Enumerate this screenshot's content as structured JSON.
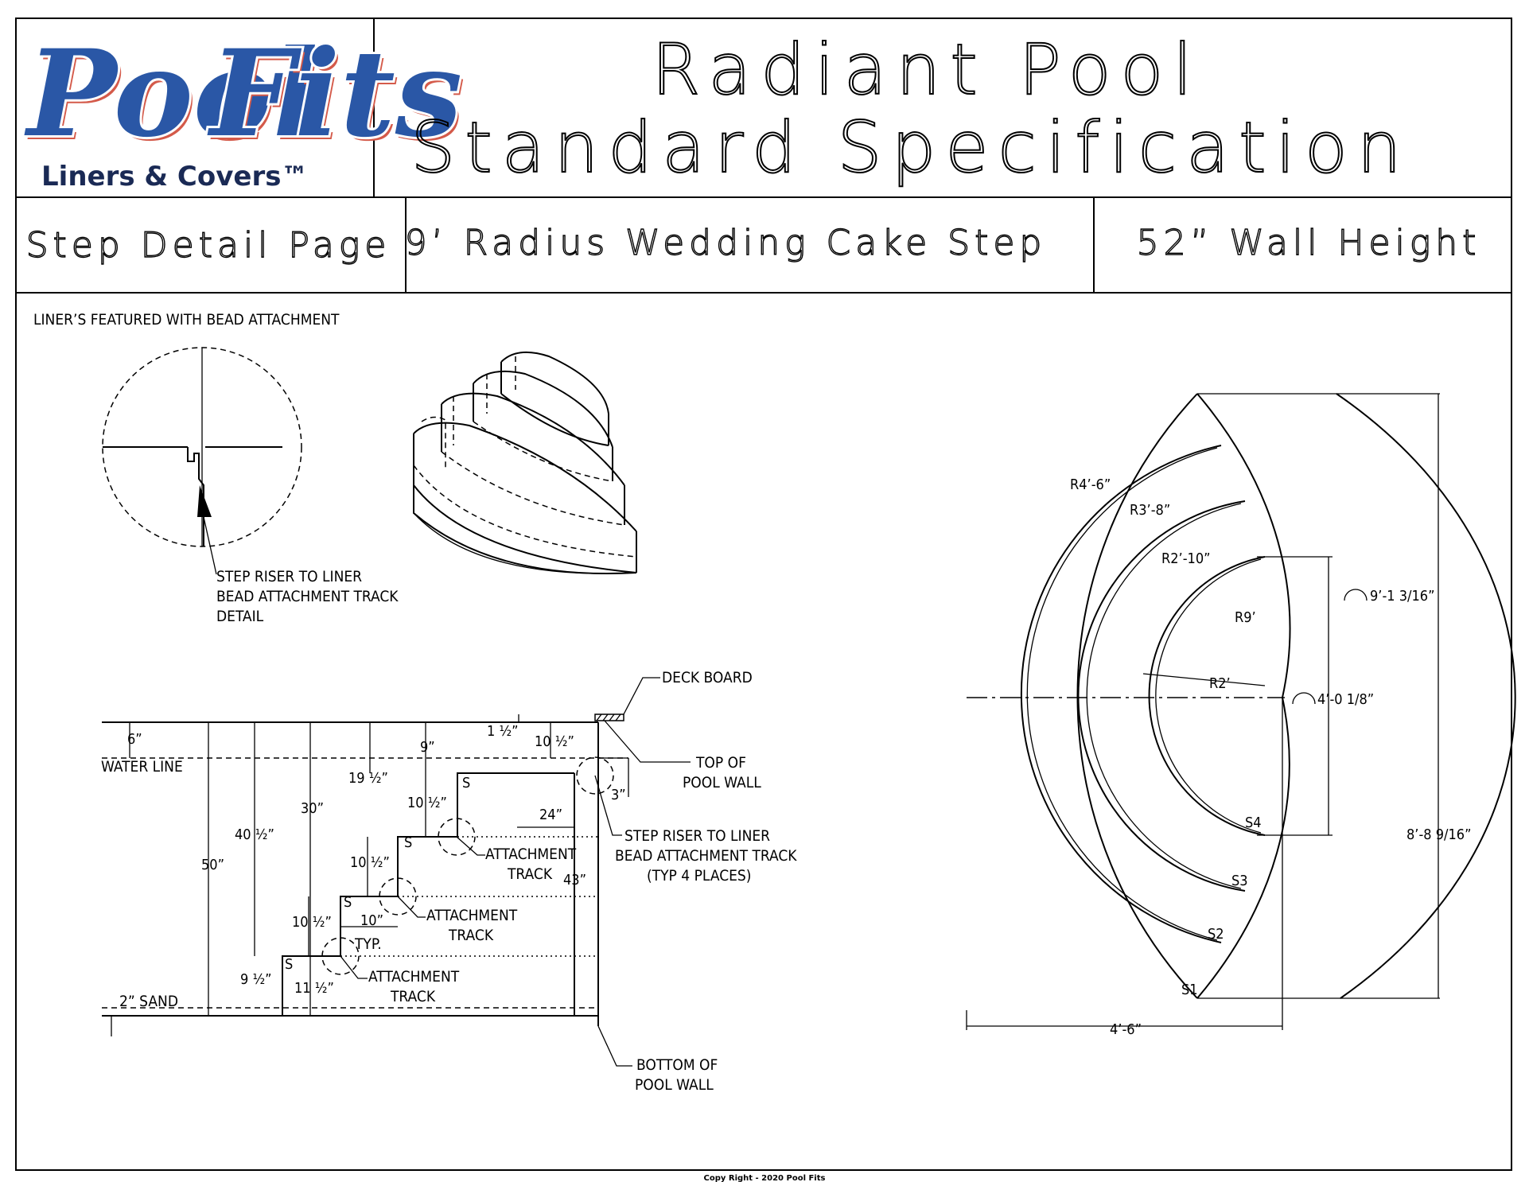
{
  "logo": {
    "brand_word1": "Pool",
    "brand_word2": "Fits",
    "tagline": "Liners & Covers™",
    "colors": {
      "primary": "#2a57a6",
      "accent": "#d45a4a",
      "tagline": "#1a2a55"
    }
  },
  "header": {
    "title_line1": "Radiant Pool",
    "title_line2": "Standard Specification",
    "cell_page": "Step Detail Page",
    "cell_step": "9’ Radius Wedding Cake Step",
    "cell_wall": "52” Wall Height"
  },
  "note": "LINER’S FEATURED WITH BEAD ATTACHMENT",
  "detail_circle": {
    "label_line1": "STEP RISER TO LINER",
    "label_line2": "BEAD ATTACHMENT TRACK",
    "label_line3": "DETAIL"
  },
  "section": {
    "deck_board": "DECK BOARD",
    "water_line": "WATER LINE",
    "sand": "2” SAND",
    "top_wall_1": "TOP OF",
    "top_wall_2": "POOL WALL",
    "bottom_wall_1": "BOTTOM OF",
    "bottom_wall_2": "POOL WALL",
    "riser_1": "STEP RISER TO LINER",
    "riser_2": "BEAD ATTACHMENT TRACK",
    "riser_3": "(TYP 4 PLACES)",
    "attach": "ATTACHMENT",
    "track": "TRACK",
    "typ": "TYP.",
    "s": "S",
    "d_6": "6”",
    "d_9": "9”",
    "d_1half": "1 ½”",
    "d_10half_top": "10 ½”",
    "d_3": "3”",
    "d_19half": "19 ½”",
    "d_30": "30”",
    "d_40half": "40 ½”",
    "d_50": "50”",
    "d_24": "24”",
    "d_10half_a": "10 ½”",
    "d_10half_b": "10 ½”",
    "d_10half_c": "10 ½”",
    "d_10": "10”",
    "d_9half": "9 ½”",
    "d_11half": "11 ½”",
    "d_43": "43”"
  },
  "plan": {
    "r1": "R4’-6”",
    "r2": "R3’-8”",
    "r3": "R2’-10”",
    "r4": "R2’",
    "r9": "R9’",
    "arc1": "9’-1 3/16”",
    "arc2": "4’-0 1/8”",
    "height": "8’-8 9/16”",
    "width": "4’-6”",
    "s1": "S1",
    "s2": "S2",
    "s3": "S3",
    "s4": "S4"
  },
  "footer": "Copy Right - 2020 Pool Fits"
}
